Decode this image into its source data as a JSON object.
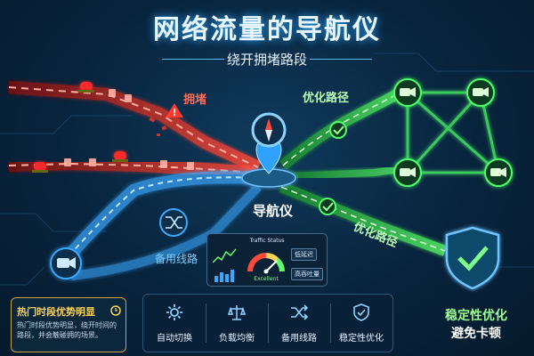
{
  "title": "网络流量的导航仪",
  "subtitle": "绕开拥堵路段",
  "labels": {
    "congestion": "拥堵",
    "optimized_top": "优化路径",
    "optimized_bottom": "优化路径",
    "navigator": "导航仪",
    "backup_route": "备用线路"
  },
  "traffic_panel": {
    "title": "Traffic Status",
    "tag_latency": "低延迟",
    "tag_throughput": "高吞吐量",
    "gauge_label": "Excellent"
  },
  "hot_box": {
    "title": "热门时段优势明显",
    "description": "热门时段优势明显，绕开时间的路段，并会触碰拥的场景。"
  },
  "features": [
    {
      "label": "自动切换",
      "icon": "gear-icon"
    },
    {
      "label": "负载均衡",
      "icon": "balance-scale-icon"
    },
    {
      "label": "备用线路",
      "icon": "shuffle-icon"
    },
    {
      "label": "稳定性优化",
      "icon": "shield-check-icon"
    }
  ],
  "result": {
    "line1": "稳定性优化",
    "line2": "避免卡顿"
  },
  "colors": {
    "congested": "#ff4a3a",
    "optimized": "#3dff5a",
    "backup": "#3aa8ff",
    "accent": "#2fa8ff"
  }
}
